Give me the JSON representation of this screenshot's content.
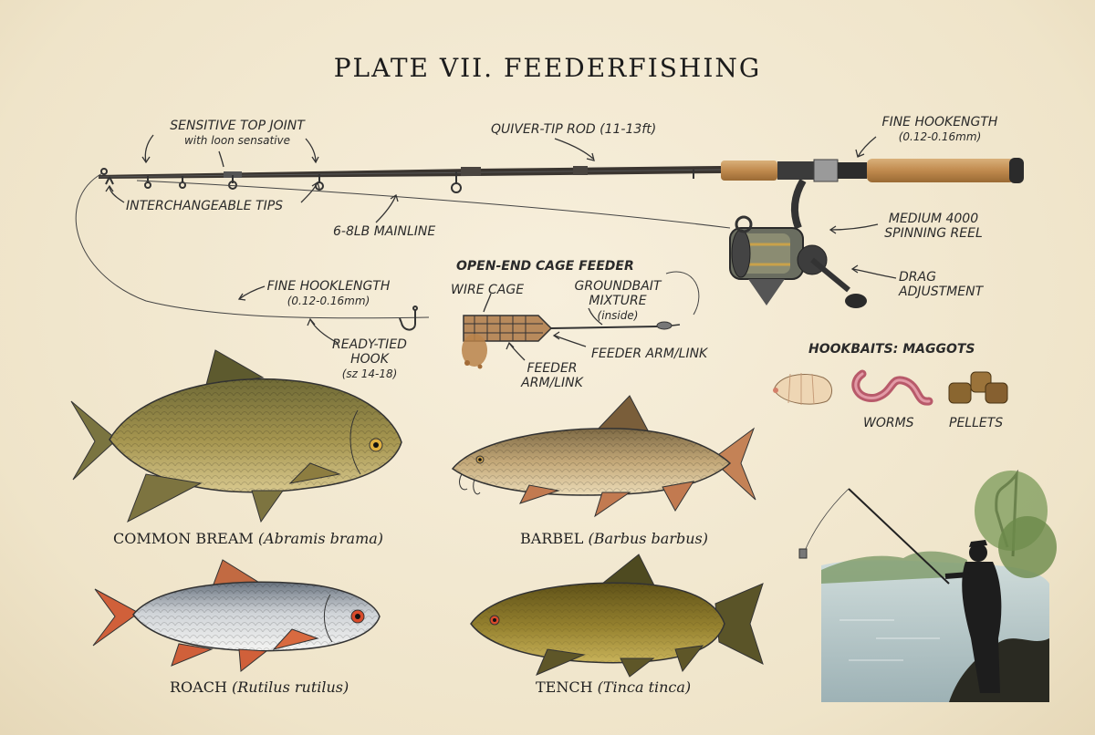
{
  "title": "PLATE VII. FEEDERFISHING",
  "labels": {
    "top_joint": "SENSITIVE TOP JOINT",
    "top_joint_sub": "with loon sensative",
    "rod": "QUIVER-TIP ROD (11-13ft)",
    "hooklength_top": "FINE HOOKENGTH",
    "hooklength_top_sub": "(0.12-0.16mm)",
    "tips": "INTERCHANGEABLE TIPS",
    "mainline": "6-8LB MAINLINE",
    "reel": "MEDIUM 4000",
    "reel_sub": "SPINNING REEL",
    "drag": "DRAG",
    "drag_sub": "ADJUSTMENT",
    "feeder_title": "OPEN-END CAGE FEEDER",
    "wire_cage": "WIRE CAGE",
    "groundbait": "GROUNDBAIT",
    "groundbait_sub": "MIXTURE",
    "groundbait_sub2": "(inside)",
    "hooklength_mid": "FINE HOOKLENGTH",
    "hooklength_mid_sub": "(0.12-0.16mm)",
    "hook": "READY-TIED",
    "hook_sub": "HOOK",
    "hook_sub2": "(sz 14-18)",
    "feeder_arm_right": "FEEDER ARM/LINK",
    "feeder_arm_bottom": "FEEDER",
    "feeder_arm_bottom_sub": "ARM/LINK",
    "hookbaits": "HOOKBAITS:  MAGGOTS",
    "worms": "WORMS",
    "pellets": "PELLETS"
  },
  "fish": [
    {
      "common": "COMMON BREAM",
      "latin": "(Abramis brama)"
    },
    {
      "common": "BARBEL",
      "latin": "(Barbus barbus)"
    },
    {
      "common": "ROACH",
      "latin": "(Rutilus rutilus)"
    },
    {
      "common": "TENCH",
      "latin": "(Tinca tinca)"
    }
  ],
  "colors": {
    "paper": "#f3ead6",
    "ink": "#222222",
    "cork": "#c89a5e",
    "bream": "#9a8c4c",
    "barbel": "#b79a6a",
    "roach": "#c9ccd0",
    "roach_fins": "#d0603a",
    "tench": "#8b7a2e",
    "water": "#9fb8c0"
  }
}
